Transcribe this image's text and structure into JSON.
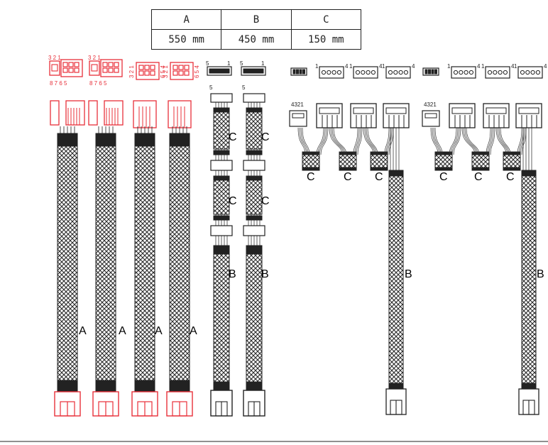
{
  "legend": {
    "headers": [
      "A",
      "B",
      "C"
    ],
    "values": [
      "550 mm",
      "450 mm",
      "150 mm"
    ]
  },
  "segment_labels": {
    "a": "A",
    "b": "B",
    "c": "C"
  },
  "pin_labels": {
    "eps_top": "3 2 1",
    "eps_bottom": "8 7 6 5",
    "pcie_top": "3 2 1",
    "pcie_bottom": "6 5 4",
    "sata_left": "5",
    "sata_right": "1",
    "molex_left": "1",
    "molex_right": "4",
    "fdd": "4321"
  },
  "colors": {
    "red_connector": "#e8303a",
    "black_connector": "#222222",
    "sleeve": "#2a2a2a"
  }
}
